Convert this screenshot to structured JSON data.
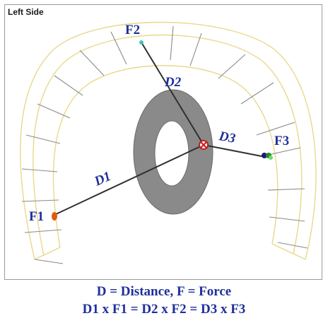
{
  "panel": {
    "title": "Left Side"
  },
  "labels": {
    "F1": "F1",
    "F2": "F2",
    "F3": "F3",
    "D1": "D1",
    "D2": "D2",
    "D3": "D3"
  },
  "caption": {
    "line1": "D = Distance,  F = Force",
    "line2": "D1 x F1  =  D2 x F2  = D3 x F3"
  },
  "colors": {
    "arch_outline": "#e8d98a",
    "tick_marks": "#8a8a8a",
    "ring": "#8a8a8a",
    "force_lines": "#303030",
    "text": "#1f2f9a",
    "F1_marker": "#e05a10",
    "F2_marker": "#3fc7b0",
    "F3_marker": "#2a8a2a",
    "center_marker": "#c02020"
  }
}
